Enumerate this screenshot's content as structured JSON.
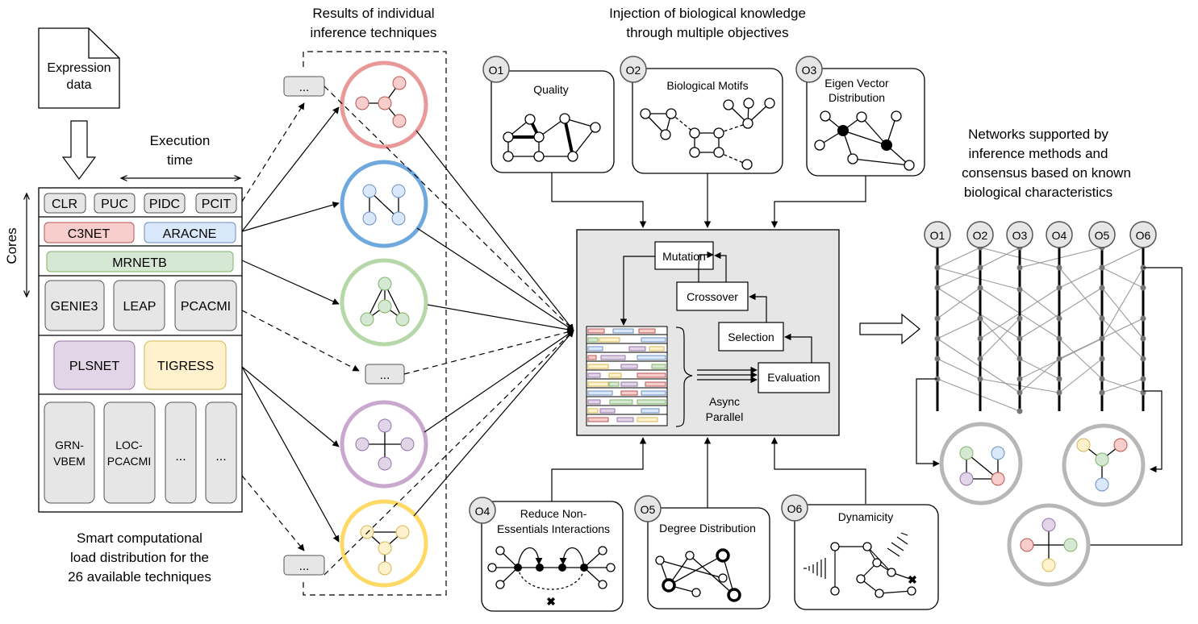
{
  "headers": {
    "results_line1": "Results of individual",
    "results_line2": "inference techniques",
    "injection_line1": "Injection of biological knowledge",
    "injection_line2": "through multiple objectives",
    "networks_line1": "Networks supported by",
    "networks_line2": "inference methods and",
    "networks_line3": "consensus based on known",
    "networks_line4": "biological characteristics"
  },
  "input": {
    "doc_line1": "Expression",
    "doc_line2": "data",
    "exec_line1": "Execution",
    "exec_line2": "time",
    "cores": "Cores"
  },
  "techniques": {
    "row1": [
      "CLR",
      "PUC",
      "PIDC",
      "PCIT"
    ],
    "row2": [
      "C3NET",
      "ARACNE"
    ],
    "row3": [
      "MRNETB"
    ],
    "row4": [
      "GENIE3",
      "LEAP",
      "PCACMI"
    ],
    "row5": [
      "PLSNET",
      "TIGRESS"
    ],
    "row6": [
      {
        "line1": "GRN-",
        "line2": "VBEM"
      },
      {
        "line1": "LOC-",
        "line2": "PCACMI"
      },
      {
        "line1": "...",
        "line2": ""
      },
      {
        "line1": "...",
        "line2": ""
      }
    ]
  },
  "bottom_caption": {
    "line1": "Smart computational",
    "line2": "load distribution for the",
    "line3": "26 available techniques"
  },
  "ellipsis": "...",
  "objectives": {
    "o1": {
      "tag": "O1",
      "title": "Quality"
    },
    "o2": {
      "tag": "O2",
      "title": "Biological Motifs"
    },
    "o3": {
      "tag": "O3",
      "title_line1": "Eigen Vector",
      "title_line2": "Distribution"
    },
    "o4": {
      "tag": "O4",
      "title_line1": "Reduce Non-",
      "title_line2": "Essentials Interactions"
    },
    "o5": {
      "tag": "O5",
      "title": "Degree Distribution"
    },
    "o6": {
      "tag": "O6",
      "title": "Dynamicity"
    }
  },
  "ga": {
    "mutation": "Mutation",
    "crossover": "Crossover",
    "selection": "Selection",
    "evaluation": "Evaluation",
    "async_line1": "Async",
    "async_line2": "Parallel"
  },
  "consensus_tags": [
    "O1",
    "O2",
    "O3",
    "O4",
    "O5",
    "O6"
  ],
  "colors": {
    "red": "#ea9999",
    "blue": "#6fa8dc",
    "green": "#b6d7a8",
    "purple": "#c9a7ce",
    "yellow": "#ffd966",
    "grey": "#b7b7b7",
    "gray_box": "#e6e6e6"
  }
}
